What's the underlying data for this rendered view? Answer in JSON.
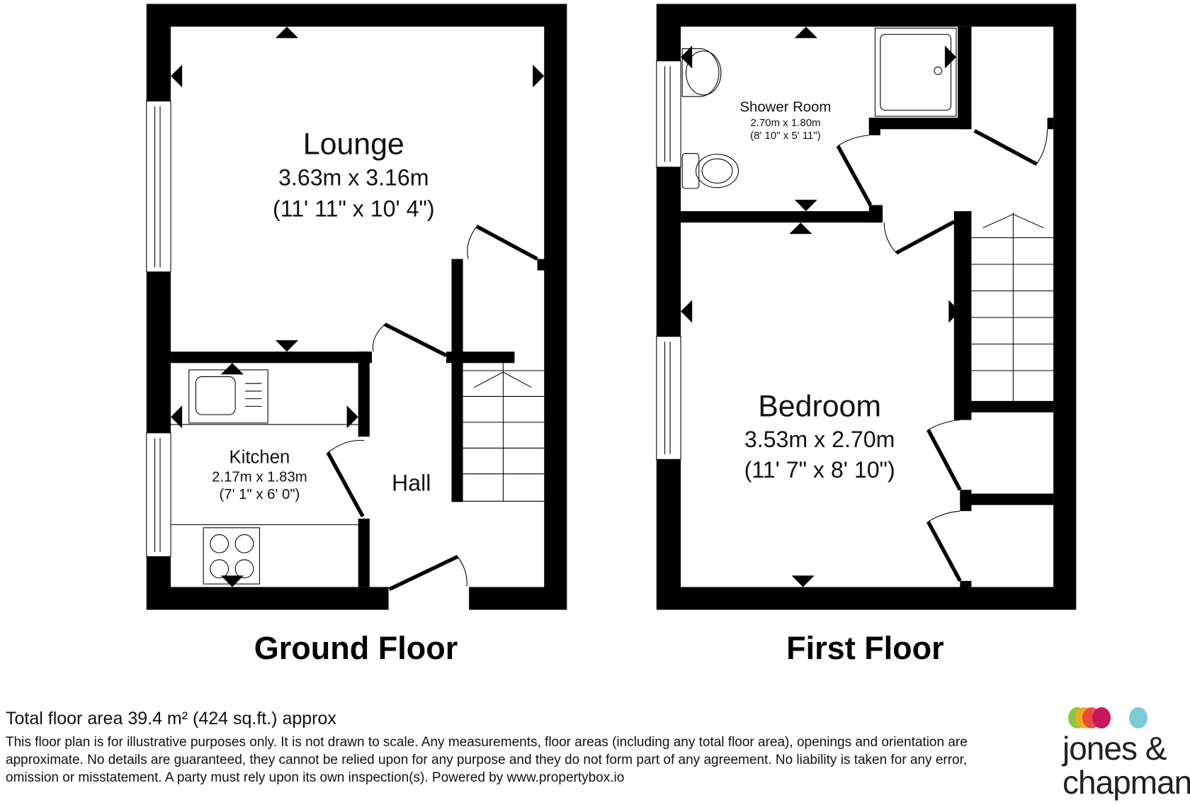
{
  "ground_floor": {
    "title": "Ground Floor",
    "rooms": [
      {
        "name": "Lounge",
        "metric": "3.63m x 3.16m",
        "imperial": "(11' 11\" x 10' 4\")"
      },
      {
        "name": "Kitchen",
        "metric": "2.17m x 1.83m",
        "imperial": "(7' 1\" x 6' 0\")"
      },
      {
        "name": "Hall"
      }
    ]
  },
  "first_floor": {
    "title": "First Floor",
    "rooms": [
      {
        "name": "Shower Room",
        "metric": "2.70m x 1.80m",
        "imperial": "(8' 10\" x 5' 11\")"
      },
      {
        "name": "Bedroom",
        "metric": "3.53m x 2.70m",
        "imperial": "(11' 7\" x 8' 10\")"
      }
    ]
  },
  "footer": {
    "total_area": "Total floor area 39.4 m² (424 sq.ft.) approx",
    "disclaimer": "This floor plan is for illustrative purposes only. It is not drawn to scale. Any measurements, floor areas (including any total floor area), openings and orientation are approximate. No details are guaranteed, they cannot be relied upon for any purpose and they do not form part of any agreement. No liability is taken for any error, omission or misstatement. A party must rely upon its own inspection(s). Powered by www.propertybox.io"
  },
  "logo": {
    "line1": "jones &",
    "line2": "chapman",
    "colors": [
      "#8cc63f",
      "#f7a823",
      "#e8413c",
      "#c8175d",
      "#7ccbd6"
    ]
  }
}
